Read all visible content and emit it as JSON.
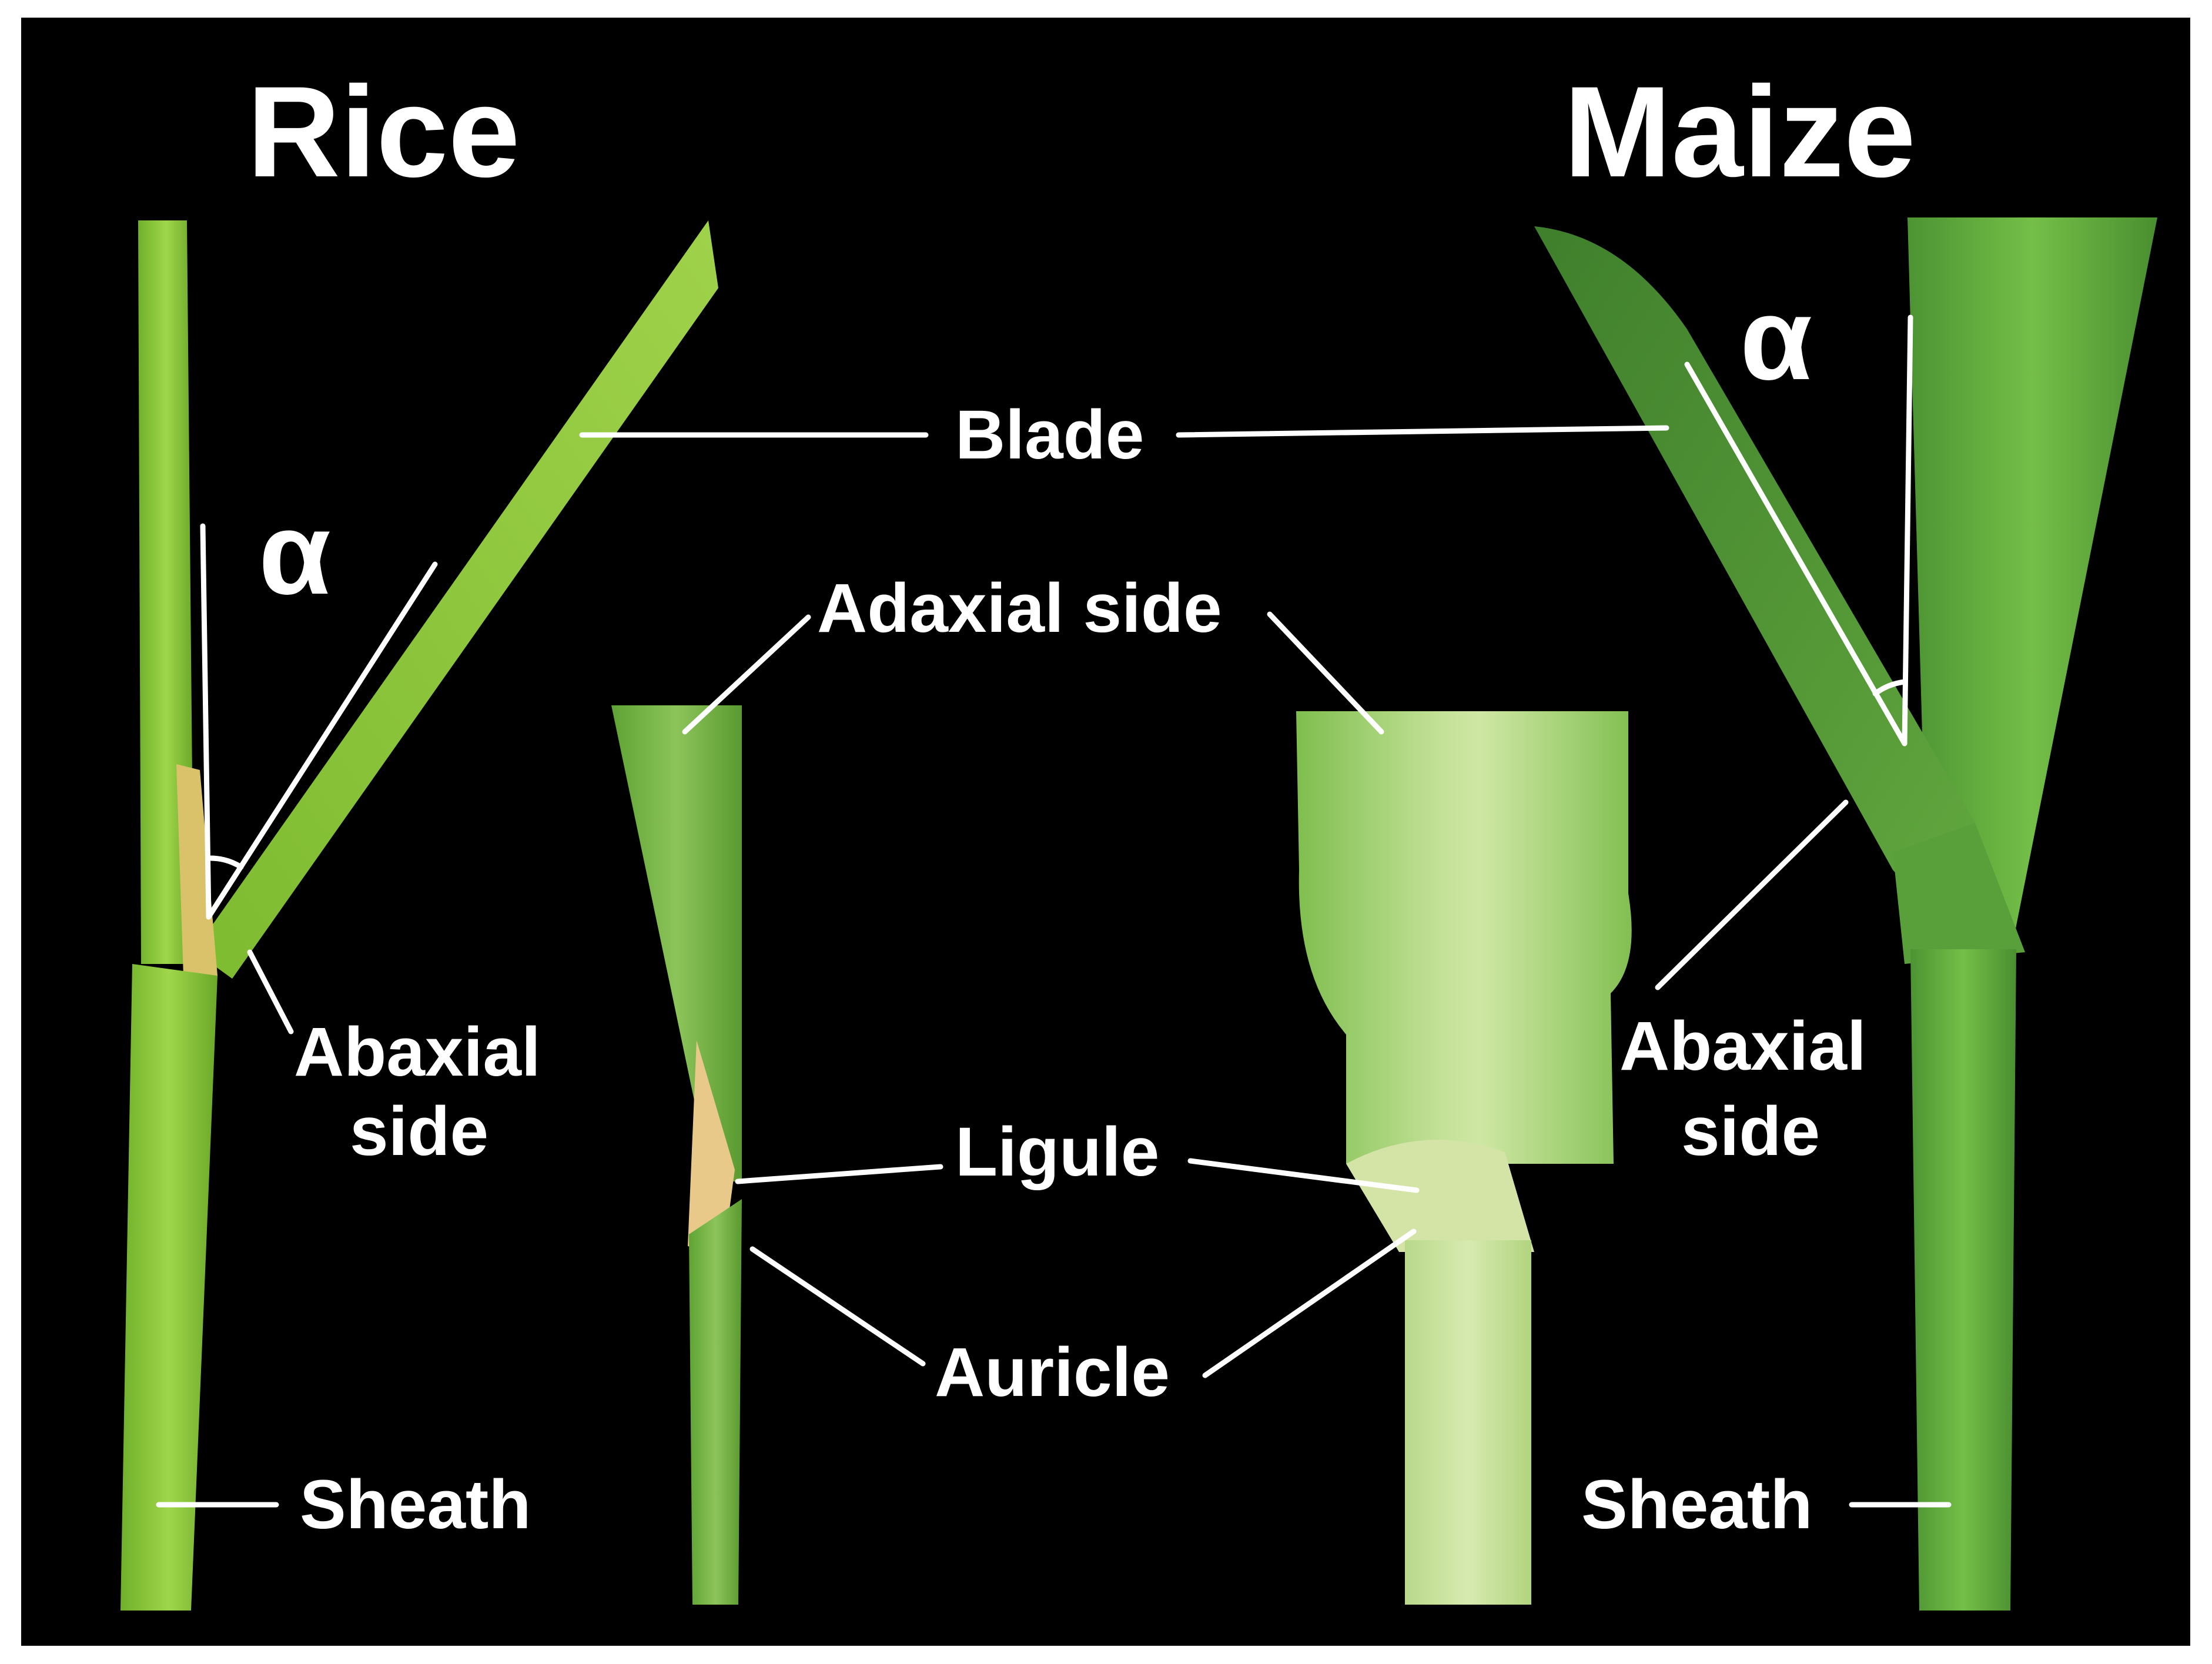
{
  "titles": {
    "rice": "Rice",
    "maize": "Maize"
  },
  "angle_symbol": "α",
  "labels": {
    "blade": "Blade",
    "adaxial_side": "Adaxial side",
    "abaxial_side_rice_line1": "Abaxial",
    "abaxial_side_rice_line2": "side",
    "abaxial_side_maize_line1": "Abaxial",
    "abaxial_side_maize_line2": "side",
    "ligule": "Ligule",
    "auricle": "Auricle",
    "sheath_rice": "Sheath",
    "sheath_maize": "Sheath"
  },
  "colors": {
    "background": "#000000",
    "border": "#ffffff",
    "rice_green": "#8cc63f",
    "maize_green": "#5ea83c",
    "ligule_tan": "#e8c98a",
    "label_text": "#ffffff"
  }
}
